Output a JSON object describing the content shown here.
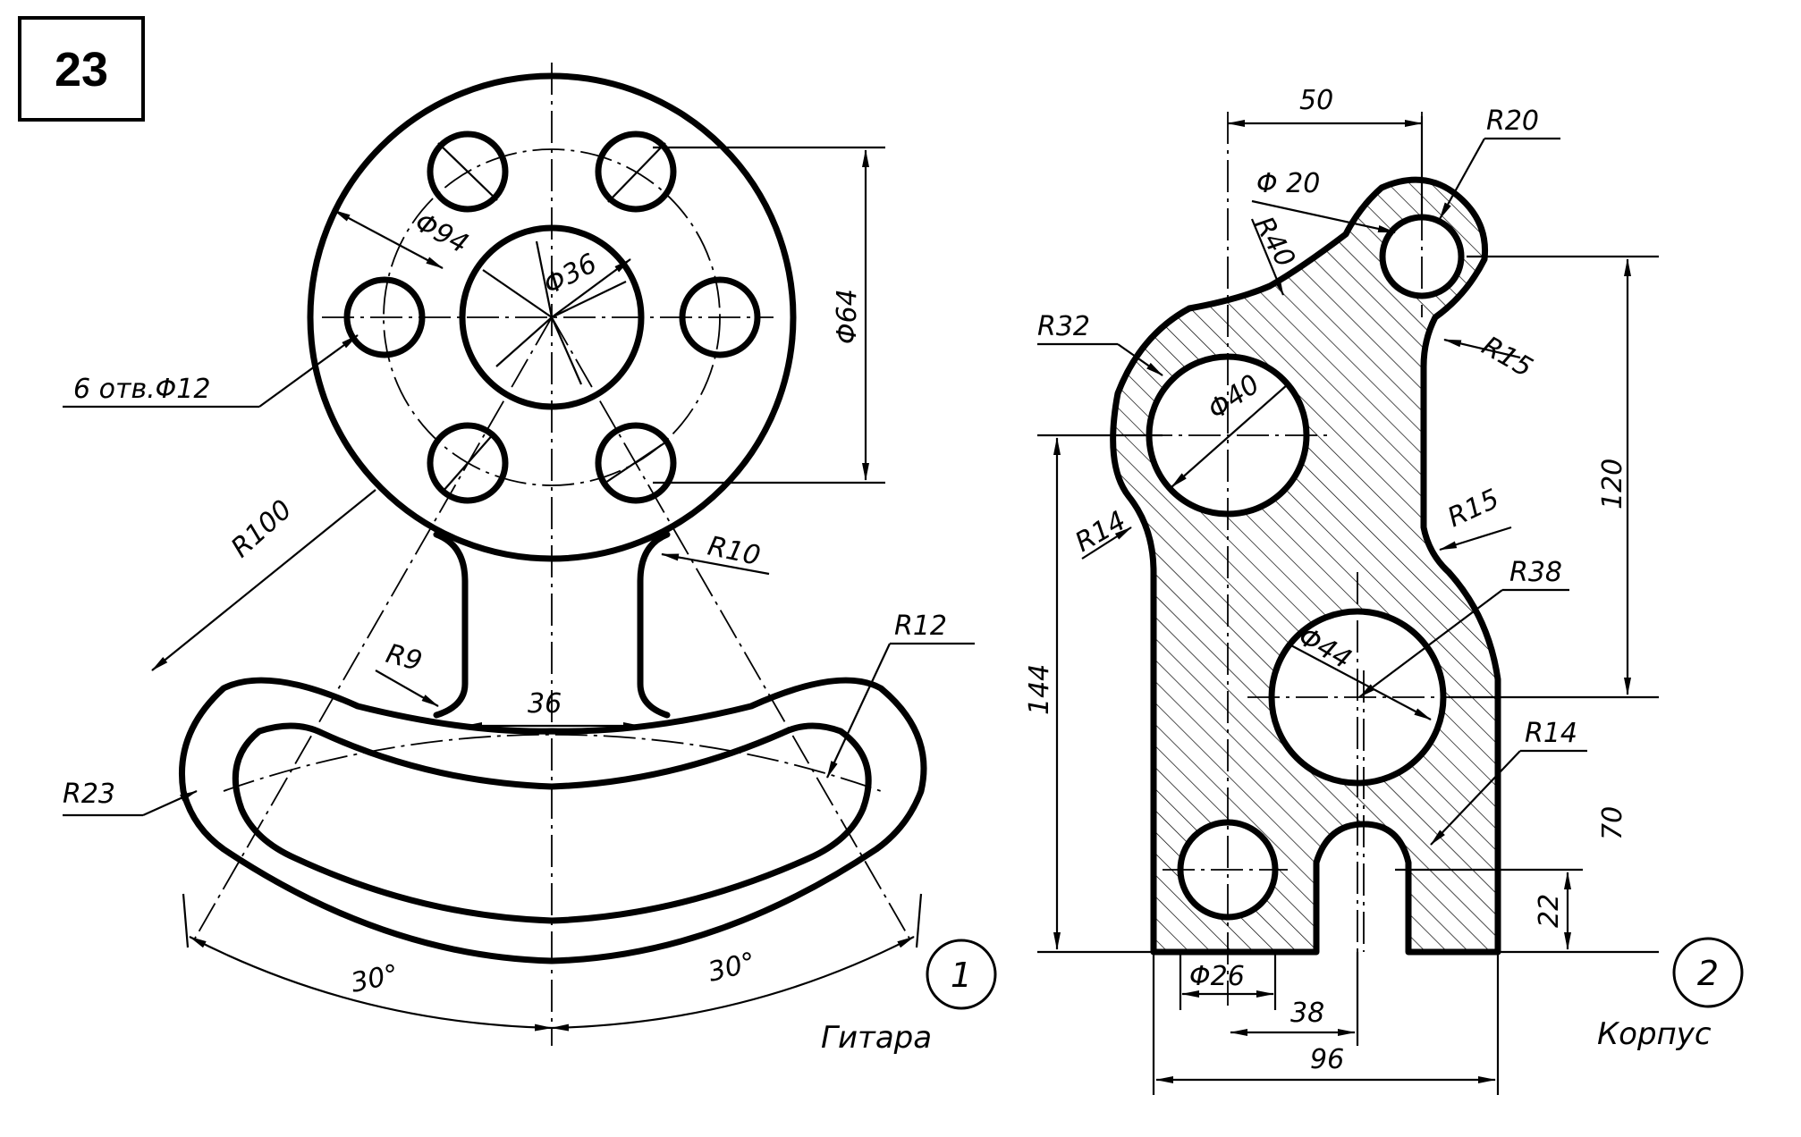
{
  "sheet": {
    "number": "23"
  },
  "part1": {
    "number": "1",
    "title": "Гитара",
    "dims": {
      "d94": "Φ94",
      "d36": "Φ36",
      "d64": "Φ64",
      "holes": "6 отв.Φ12",
      "r100": "R100",
      "r10": "R10",
      "r9": "R9",
      "w36": "36",
      "r12": "R12",
      "r23": "R23",
      "angle_left": "30°",
      "angle_right": "30°"
    }
  },
  "part2": {
    "number": "2",
    "title": "Корпус",
    "dims": {
      "w50": "50",
      "r20": "R20",
      "d20": "Φ 20",
      "r40": "R40",
      "r32": "R32",
      "r15_top": "R15",
      "d40": "Φ40",
      "h120": "120",
      "r14_left": "R14",
      "r15_mid": "R15",
      "r38": "R38",
      "h144": "144",
      "d44": "Φ44",
      "r14_right": "R14",
      "h70": "70",
      "h22": "22",
      "d26": "Φ26",
      "w38": "38",
      "w96": "96"
    }
  }
}
